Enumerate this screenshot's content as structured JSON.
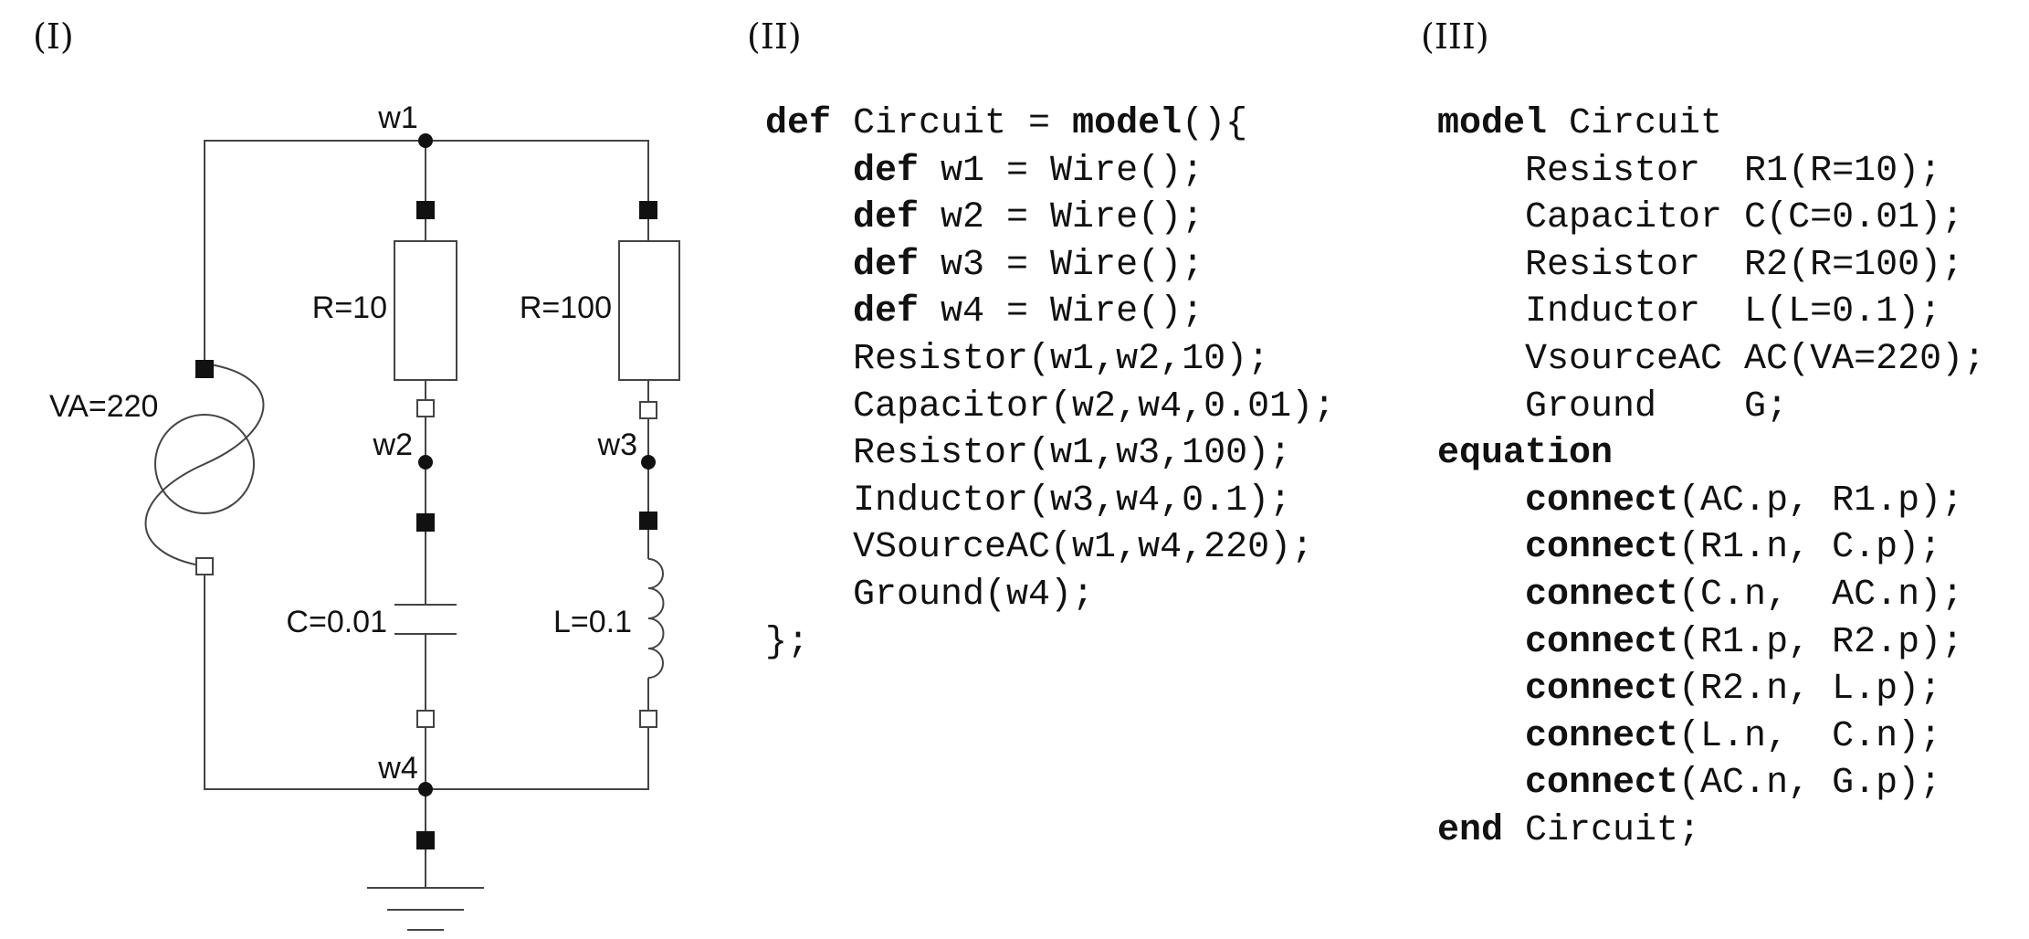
{
  "panels": {
    "circuit": {
      "label": "(I)",
      "wires": [
        "w1",
        "w2",
        "w3",
        "w4"
      ],
      "components": {
        "resistor1": "R=10",
        "resistor2": "R=100",
        "capacitor": "C=0.01",
        "inductor": "L=0.1",
        "source": "VA=220"
      }
    },
    "functional_code": {
      "label": "(II)",
      "lines": [
        [
          {
            "t": "def",
            "b": true
          },
          {
            "t": " Circuit = ",
            "b": false
          },
          {
            "t": "model",
            "b": true
          },
          {
            "t": "(){",
            "b": false
          }
        ],
        [
          {
            "t": "    ",
            "b": false
          },
          {
            "t": "def",
            "b": true
          },
          {
            "t": " w1 = Wire();",
            "b": false
          }
        ],
        [
          {
            "t": "    ",
            "b": false
          },
          {
            "t": "def",
            "b": true
          },
          {
            "t": " w2 = Wire();",
            "b": false
          }
        ],
        [
          {
            "t": "    ",
            "b": false
          },
          {
            "t": "def",
            "b": true
          },
          {
            "t": " w3 = Wire();",
            "b": false
          }
        ],
        [
          {
            "t": "    ",
            "b": false
          },
          {
            "t": "def",
            "b": true
          },
          {
            "t": " w4 = Wire();",
            "b": false
          }
        ],
        [
          {
            "t": "    Resistor(w1,w2,10);",
            "b": false
          }
        ],
        [
          {
            "t": "    Capacitor(w2,w4,0.01);",
            "b": false
          }
        ],
        [
          {
            "t": "    Resistor(w1,w3,100);",
            "b": false
          }
        ],
        [
          {
            "t": "    Inductor(w3,w4,0.1);",
            "b": false
          }
        ],
        [
          {
            "t": "    VSourceAC(w1,w4,220);",
            "b": false
          }
        ],
        [
          {
            "t": "    Ground(w4);",
            "b": false
          }
        ],
        [
          {
            "t": "};",
            "b": false
          }
        ]
      ]
    },
    "modelica_code": {
      "label": "(III)",
      "lines": [
        [
          {
            "t": "model",
            "b": true
          },
          {
            "t": " Circuit",
            "b": false
          }
        ],
        [
          {
            "t": "    Resistor  R1(R=10);",
            "b": false
          }
        ],
        [
          {
            "t": "    Capacitor C(C=0.01);",
            "b": false
          }
        ],
        [
          {
            "t": "    Resistor  R2(R=100);",
            "b": false
          }
        ],
        [
          {
            "t": "    Inductor  L(L=0.1);",
            "b": false
          }
        ],
        [
          {
            "t": "    VsourceAC AC(VA=220);",
            "b": false
          }
        ],
        [
          {
            "t": "    Ground    G;",
            "b": false
          }
        ],
        [
          {
            "t": "equation",
            "b": true
          }
        ],
        [
          {
            "t": "    ",
            "b": false
          },
          {
            "t": "connect",
            "b": true
          },
          {
            "t": "(AC.p, R1.p);",
            "b": false
          }
        ],
        [
          {
            "t": "    ",
            "b": false
          },
          {
            "t": "connect",
            "b": true
          },
          {
            "t": "(R1.n, C.p);",
            "b": false
          }
        ],
        [
          {
            "t": "    ",
            "b": false
          },
          {
            "t": "connect",
            "b": true
          },
          {
            "t": "(C.n,  AC.n);",
            "b": false
          }
        ],
        [
          {
            "t": "    ",
            "b": false
          },
          {
            "t": "connect",
            "b": true
          },
          {
            "t": "(R1.p, R2.p);",
            "b": false
          }
        ],
        [
          {
            "t": "    ",
            "b": false
          },
          {
            "t": "connect",
            "b": true
          },
          {
            "t": "(R2.n, L.p);",
            "b": false
          }
        ],
        [
          {
            "t": "    ",
            "b": false
          },
          {
            "t": "connect",
            "b": true
          },
          {
            "t": "(L.n,  C.n);",
            "b": false
          }
        ],
        [
          {
            "t": "    ",
            "b": false
          },
          {
            "t": "connect",
            "b": true
          },
          {
            "t": "(AC.n, G.p);",
            "b": false
          }
        ],
        [
          {
            "t": "end",
            "b": true
          },
          {
            "t": " Circuit;",
            "b": false
          }
        ]
      ]
    }
  }
}
